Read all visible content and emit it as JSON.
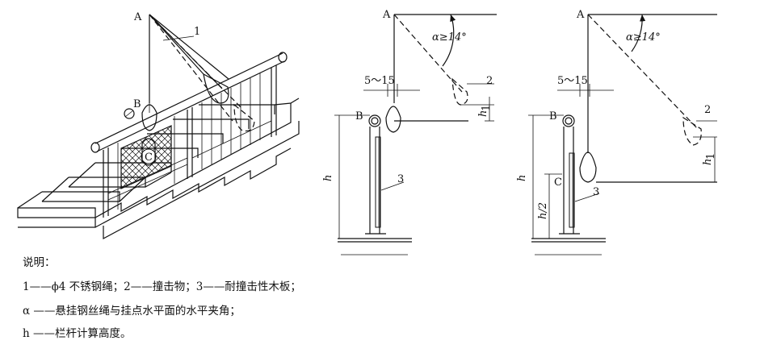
{
  "labels": {
    "point_a": "A",
    "point_b": "B",
    "point_c": "C",
    "item_1": "1",
    "item_2": "2",
    "item_3": "3",
    "gap": "5～15",
    "angle": "α≥14°",
    "h": "h",
    "h1": "h",
    "h1_sub": "1",
    "h_half": "h/2"
  },
  "legend": {
    "title": "说明：",
    "line1": "1——ϕ4 不锈钢绳；2——撞击物；3——耐撞击性木板；",
    "line2": "α ——悬挂钢丝绳与挂点水平面的水平夹角；",
    "line3": "h ——栏杆计算高度。"
  }
}
